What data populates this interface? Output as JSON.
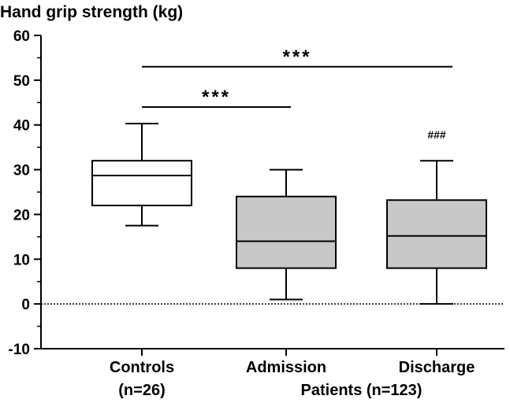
{
  "chart_data": {
    "type": "box",
    "title": "Hand grip strength (kg)",
    "xlabel": "",
    "ylabel": "",
    "ylim": [
      -10,
      60
    ],
    "yticks": [
      -10,
      0,
      10,
      20,
      30,
      40,
      50,
      60
    ],
    "categories": [
      "Controls",
      "Admission",
      "Discharge"
    ],
    "category_sublabels": [
      "(n=26)",
      "",
      ""
    ],
    "group_label": "Patients (n=123)",
    "boxes": [
      {
        "category": "Controls",
        "min": 17.5,
        "q1": 22,
        "median": 28.7,
        "q3": 32,
        "max": 40.3,
        "fill": "#ffffff"
      },
      {
        "category": "Admission",
        "min": 1,
        "q1": 8,
        "median": 14,
        "q3": 24,
        "max": 30,
        "fill": "#c8c8c8"
      },
      {
        "category": "Discharge",
        "min": 0,
        "q1": 8,
        "median": 15.2,
        "q3": 23.2,
        "max": 32,
        "fill": "#c8c8c8"
      }
    ],
    "reference_line": {
      "y": 0,
      "style": "dotted"
    },
    "significance": [
      {
        "from": "Controls",
        "to": "Admission",
        "label": "***",
        "y": 44
      },
      {
        "from": "Controls",
        "to": "Discharge",
        "label": "***",
        "y": 53
      }
    ],
    "annotations": [
      {
        "category": "Discharge",
        "label": "###",
        "y": 37
      }
    ],
    "grid": false,
    "legend": "none"
  }
}
